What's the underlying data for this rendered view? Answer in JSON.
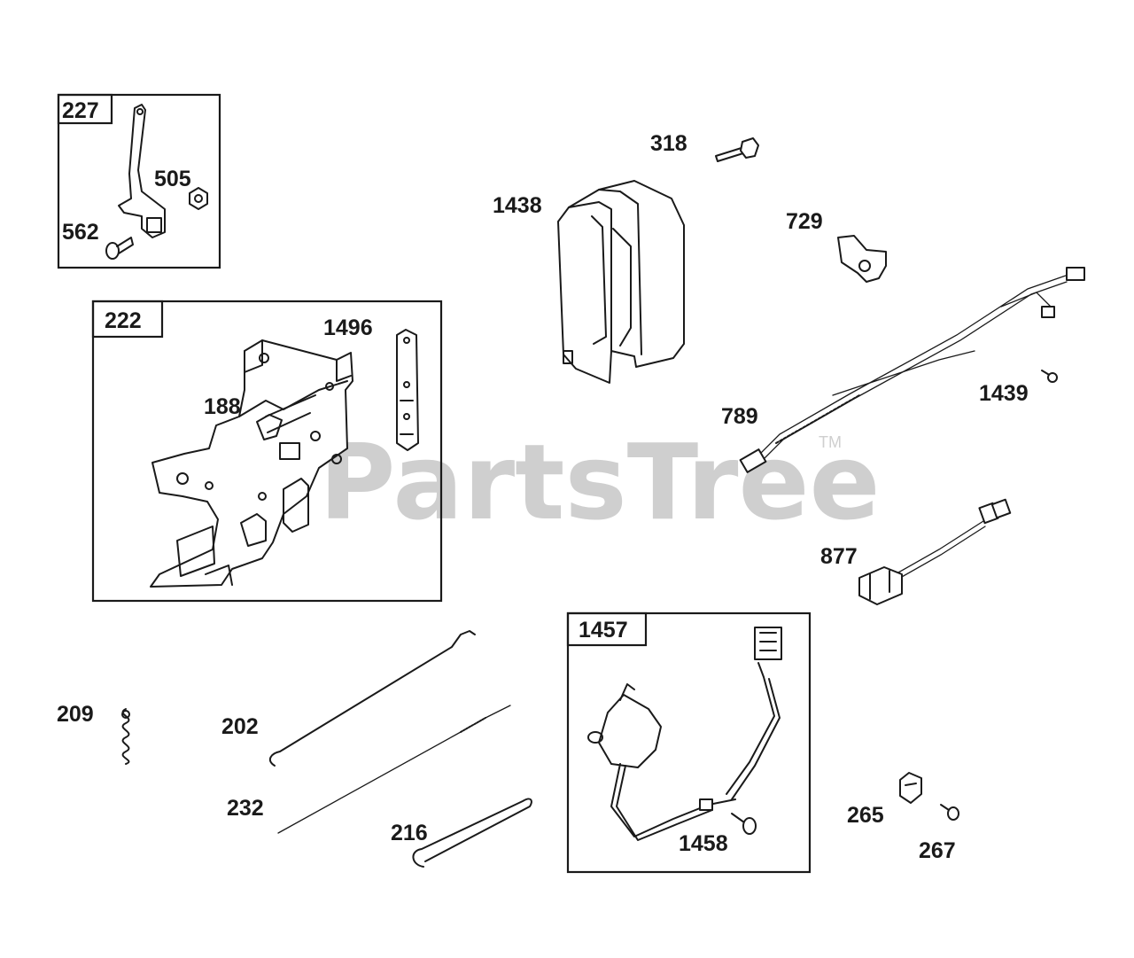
{
  "watermark": {
    "text": "PartsTree",
    "trademark": "TM"
  },
  "boxes": {
    "b227": "227",
    "b222": "222",
    "b1457": "1457"
  },
  "labels": {
    "l318": "318",
    "l1438": "1438",
    "l729": "729",
    "l505": "505",
    "l562": "562",
    "l1496": "1496",
    "l188": "188",
    "l789": "789",
    "l1439": "1439",
    "l877": "877",
    "l209": "209",
    "l202": "202",
    "l232": "232",
    "l216": "216",
    "l1458": "1458",
    "l265": "265",
    "l267": "267"
  },
  "colors": {
    "ink": "#1a1a1a",
    "watermark": "#cfcfcf",
    "background": "#ffffff"
  }
}
